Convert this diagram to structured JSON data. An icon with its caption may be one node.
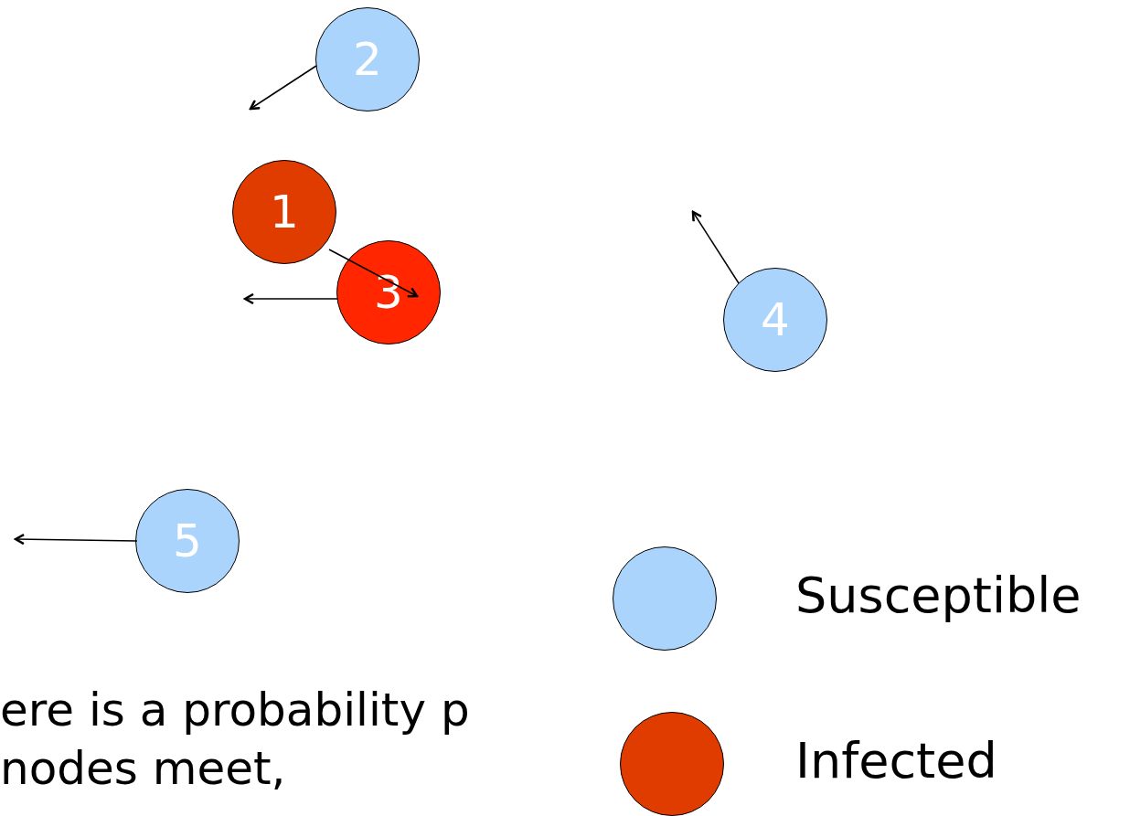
{
  "diagram": {
    "nodes": [
      {
        "text": [
          "2"
        ]
      },
      {
        "text": [
          "1"
        ]
      },
      {
        "text": [
          "3"
        ]
      },
      {
        "text": [
          "4"
        ]
      },
      {
        "text": [
          "5"
        ]
      }
    ],
    "edges": [
      {
        "from": 0,
        "to": null,
        "arrow": "to"
      },
      {
        "from": 1,
        "to": 2,
        "arrow": "to"
      },
      {
        "from": 2,
        "to": null,
        "arrow": "to"
      },
      {
        "from": 3,
        "to": null,
        "arrow": "to"
      },
      {
        "from": 4,
        "to": null,
        "arrow": "to"
      }
    ],
    "labels": [
      "ere is a probability p nodes meet,"
    ],
    "legend": [
      {
        "text": "Susceptible",
        "color": "#aad4fc"
      },
      {
        "text": "Infected",
        "color": "#e03c00"
      }
    ]
  }
}
